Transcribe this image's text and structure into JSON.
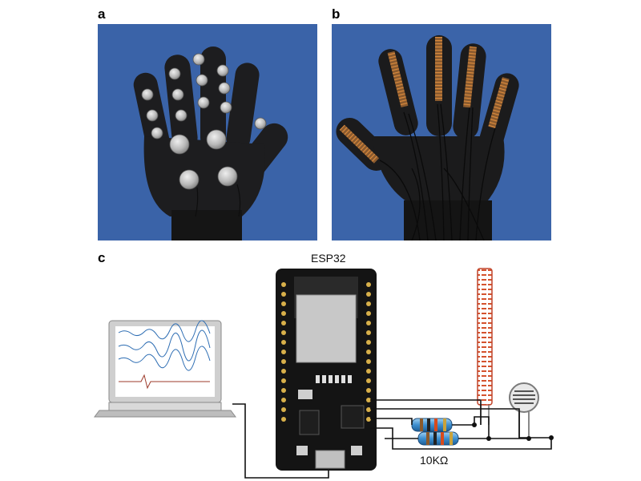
{
  "panels": {
    "a": "a",
    "b": "b",
    "c": "c"
  },
  "circuit": {
    "board_label": "ESP32",
    "resistor_label": "10KΩ"
  },
  "icons": [
    "glove-pressure-sensor-photo",
    "glove-flex-sensor-photo",
    "laptop-icon",
    "esp32-board-icon",
    "flex-sensor-icon",
    "fsr-sensor-icon",
    "resistor-icon"
  ]
}
